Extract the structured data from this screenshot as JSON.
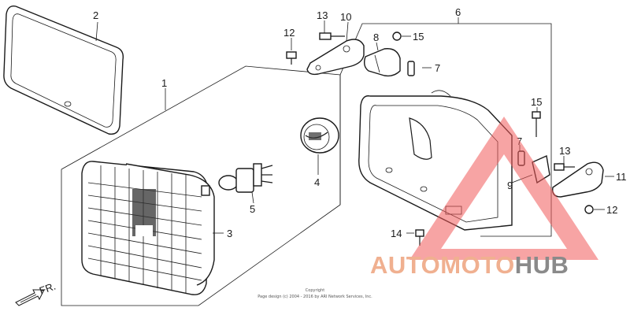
{
  "callouts": {
    "c1": "1",
    "c2": "2",
    "c3": "3",
    "c4": "4",
    "c5": "5",
    "c6": "6",
    "c7a": "7",
    "c7b": "7",
    "c8": "8",
    "c9": "9",
    "c10": "10",
    "c11": "11",
    "c12a": "12",
    "c12b": "12",
    "c13a": "13",
    "c13b": "13",
    "c14": "14",
    "c15a": "15",
    "c15b": "15"
  },
  "front_marker": "FR.",
  "copyright": {
    "line1": "Copyright",
    "line2": "Page design (c) 2004 - 2016 by ARI Network Services, Inc."
  },
  "watermark": {
    "text_light": "AUTOMOTO",
    "text_dark": "HUB",
    "color_light": "#f0b090",
    "color_dark": "#8a8a8a",
    "triangle_color": "#f05a5a"
  }
}
